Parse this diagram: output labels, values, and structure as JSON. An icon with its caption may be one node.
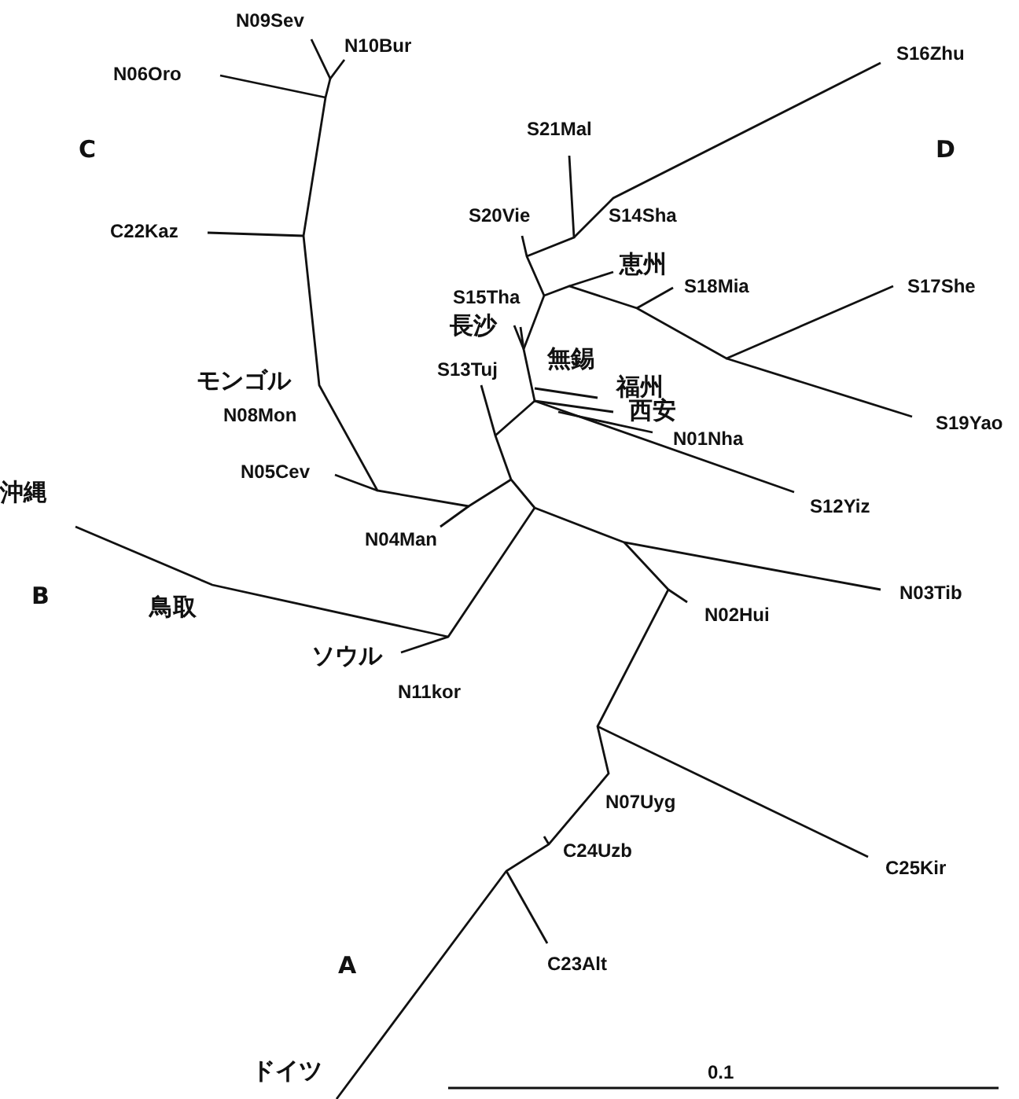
{
  "diagram": {
    "labels": [
      "N09Sev",
      "N10Bur",
      "S16Zhu",
      "N06Oro",
      "S21Mal",
      "C",
      "D",
      "S20Vie",
      "S14Sha",
      "C22Kaz",
      "恵州",
      "S18Mia",
      "S15Tha",
      "S17She",
      "長沙",
      "モンゴル",
      "S13Tuj",
      "無錫",
      "福州",
      "西安",
      "N08Mon",
      "N01Nha",
      "S19Yao",
      "N05Cev",
      "沖縄",
      "S12Yiz",
      "N04Man",
      "B",
      "鳥取",
      "N03Tib",
      "N02Hui",
      "ソウル",
      "N11kor",
      "N07Uyg",
      "C24Uzb",
      "C25Kir",
      "A",
      "C23Alt",
      "ドイツ",
      "0.1"
    ]
  }
}
